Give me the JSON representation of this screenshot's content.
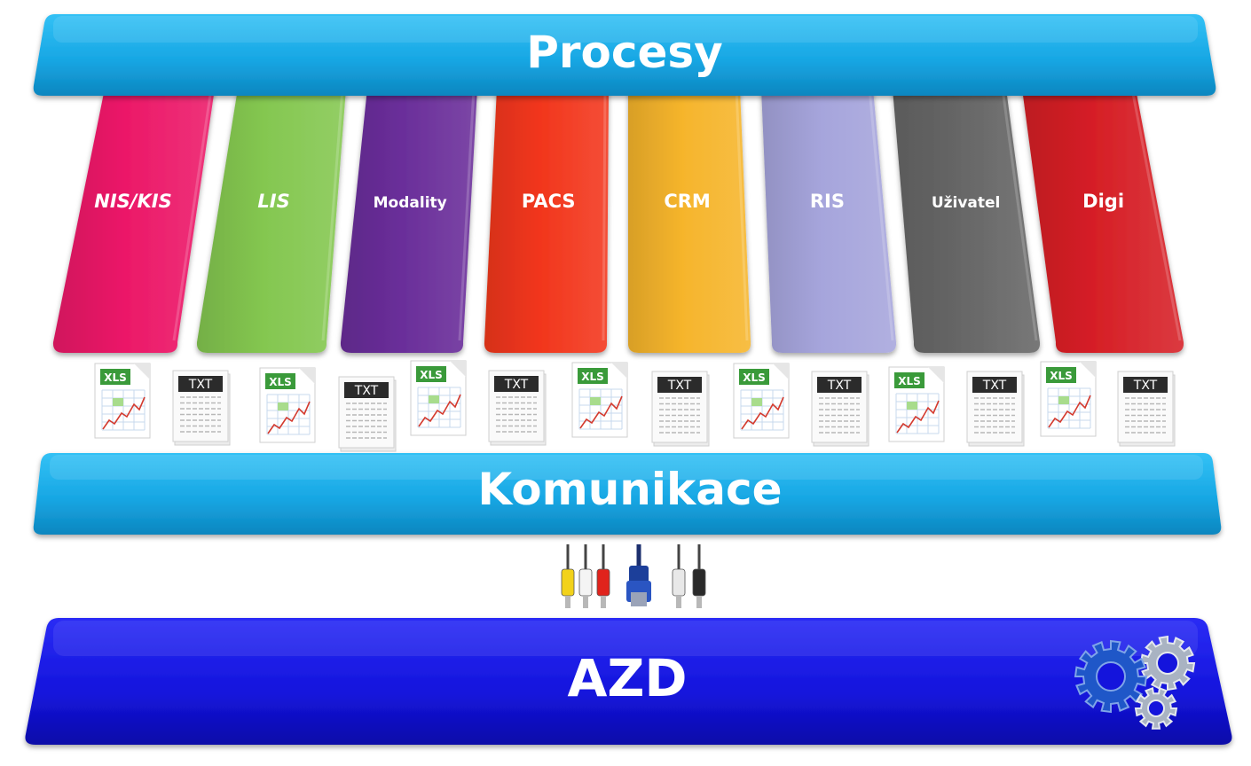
{
  "bands": {
    "top": {
      "label": "Procesy",
      "color": "#1aa8e6"
    },
    "middle": {
      "label": "Komunikace",
      "color": "#1aa8e6"
    },
    "bottom": {
      "label": "AZD",
      "color": "#1515e0"
    }
  },
  "columns": [
    {
      "label": "NIS/KIS",
      "italic": true,
      "color": "#ec1868"
    },
    {
      "label": "LIS",
      "italic": true,
      "color": "#84c750"
    },
    {
      "label": "Modality",
      "italic": false,
      "color": "#6a2e9a"
    },
    {
      "label": "PACS",
      "italic": false,
      "color": "#f2361c"
    },
    {
      "label": "CRM",
      "italic": false,
      "color": "#f6b52c"
    },
    {
      "label": "RIS",
      "italic": false,
      "color": "#a6a5dc"
    },
    {
      "label": "Uživatel",
      "italic": false,
      "color": "#666666"
    },
    {
      "label": "Digi",
      "italic": false,
      "color": "#d61f26"
    }
  ],
  "files": [
    {
      "type": "xls",
      "tag": "XLS",
      "icon": "xls-file-icon"
    },
    {
      "type": "txt",
      "tag": "TXT",
      "icon": "txt-file-icon"
    },
    {
      "type": "xls",
      "tag": "XLS",
      "icon": "xls-file-icon"
    },
    {
      "type": "txt",
      "tag": "TXT",
      "icon": "txt-file-icon"
    },
    {
      "type": "xls",
      "tag": "XLS",
      "icon": "xls-file-icon"
    },
    {
      "type": "txt",
      "tag": "TXT",
      "icon": "txt-file-icon"
    },
    {
      "type": "xls",
      "tag": "XLS",
      "icon": "xls-file-icon"
    },
    {
      "type": "txt",
      "tag": "TXT",
      "icon": "txt-file-icon"
    },
    {
      "type": "xls",
      "tag": "XLS",
      "icon": "xls-file-icon"
    },
    {
      "type": "txt",
      "tag": "TXT",
      "icon": "txt-file-icon"
    },
    {
      "type": "xls",
      "tag": "XLS",
      "icon": "xls-file-icon"
    },
    {
      "type": "txt",
      "tag": "TXT",
      "icon": "txt-file-icon"
    },
    {
      "type": "xls",
      "tag": "XLS",
      "icon": "xls-file-icon"
    },
    {
      "type": "txt",
      "tag": "TXT",
      "icon": "txt-file-icon"
    }
  ],
  "connectors": [
    {
      "icon": "rca-yellow-plug-icon",
      "color": "#f2d21a"
    },
    {
      "icon": "rca-white-plug-icon",
      "color": "#f4f4f4"
    },
    {
      "icon": "rca-red-plug-icon",
      "color": "#e0231c"
    },
    {
      "icon": "vga-connector-icon",
      "color": "#1c3f9a"
    },
    {
      "icon": "usb-white-plug-icon",
      "color": "#e8e8e8"
    },
    {
      "icon": "audio-black-plug-icon",
      "color": "#2a2a2a"
    }
  ],
  "gears_icon": "gears-icon",
  "colors": {
    "xls_green": "#3a9a3a",
    "txt_dark": "#2b2b2b"
  }
}
